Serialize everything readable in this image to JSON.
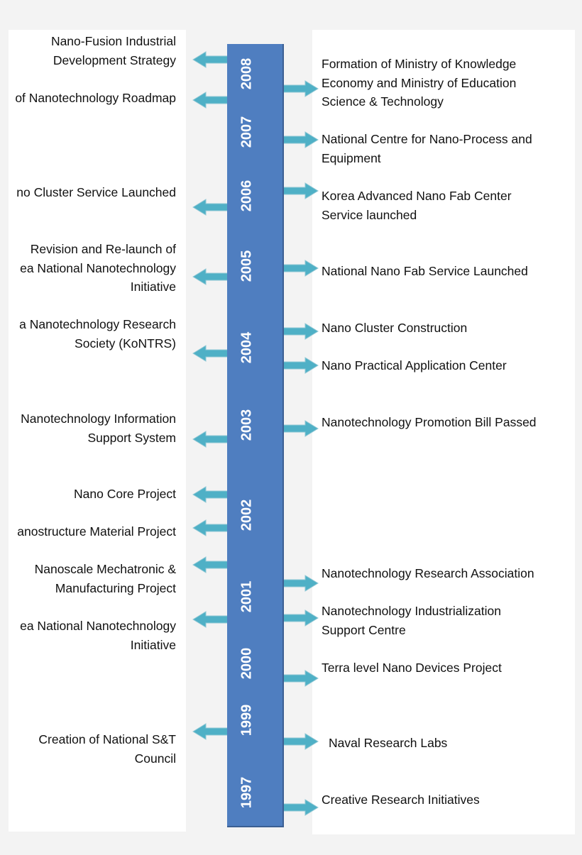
{
  "years": [
    "2008",
    "2007",
    "2006",
    "2005",
    "2004",
    "2003",
    "2002",
    "2001",
    "2000",
    "1999",
    "1997"
  ],
  "left_events": [
    "Nano-Fusion Industrial\nDevelopment Strategy",
    "of Nanotechnology Roadmap",
    "no Cluster Service Launched",
    "Revision and Re-launch of\nea National Nanotechnology\nInitiative",
    "a Nanotechnology Research\nSociety (KoNTRS)",
    "Nanotechnology Information\nSupport System",
    "Nano Core Project",
    "anostructure Material Project",
    "Nanoscale Mechatronic &\nManufacturing Project",
    "ea National Nanotechnology\nInitiative",
    "Creation of National S&T\nCouncil"
  ],
  "right_events": [
    "Formation of Ministry of Knowledge\nEconomy and Ministry of Education\nScience & Technology",
    "National Centre for Nano-Process and\nEquipment",
    "Korea Advanced Nano Fab Center\nService launched",
    "National Nano Fab Service Launched",
    "Nano Cluster Construction",
    "Nano Practical Application Center",
    "Nanotechnology Promotion Bill Passed",
    "Nanotechnology Research Association",
    "Nanotechnology Industrialization\nSupport Centre",
    "Terra level Nano Devices Project",
    "Naval Research Labs",
    "Creative Research Initiatives"
  ],
  "colors": {
    "timeline_bar": "#4f7ec0",
    "arrow": "#4fb0c6",
    "background": "#f3f3f3",
    "panel": "#ffffff"
  }
}
